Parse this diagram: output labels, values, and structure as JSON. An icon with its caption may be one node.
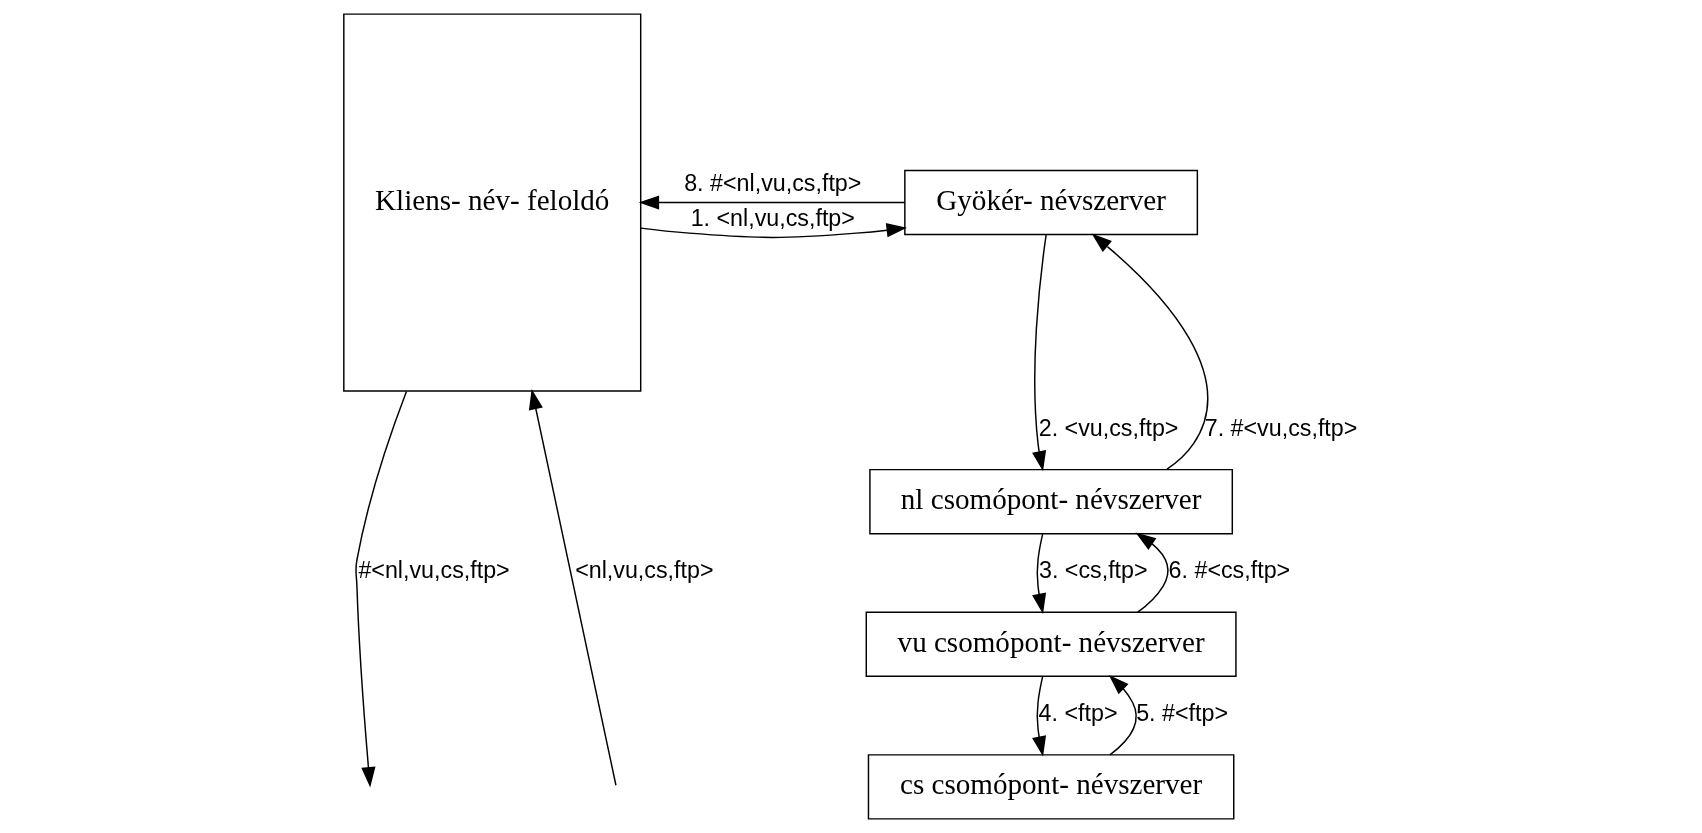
{
  "diagram": {
    "nodes": [
      {
        "text": [
          "Kliens- név- feloldó"
        ]
      },
      {
        "text": [
          "Gyökér- névszerver"
        ]
      },
      {
        "text": [
          "nl csomópont- névszerver"
        ]
      },
      {
        "text": [
          "vu csomópont- névszerver"
        ]
      },
      {
        "text": [
          "cs csomópont- névszerver"
        ]
      }
    ],
    "edges": [
      {
        "from": 0,
        "to": 1,
        "arrow": "to",
        "label": "1. <nl,vu,cs,ftp>"
      },
      {
        "from": 1,
        "to": 2,
        "arrow": "to",
        "label": "2. <vu,cs,ftp>"
      },
      {
        "from": 2,
        "to": 3,
        "arrow": "to",
        "label": "3. <cs,ftp>"
      },
      {
        "from": 3,
        "to": 4,
        "arrow": "to",
        "label": "4. <ftp>"
      },
      {
        "from": 4,
        "to": 3,
        "arrow": "to",
        "label": "5. #<ftp>"
      },
      {
        "from": 3,
        "to": 2,
        "arrow": "to",
        "label": "6. #<cs,ftp>"
      },
      {
        "from": 2,
        "to": 1,
        "arrow": "to",
        "label": "7. #<vu,cs,ftp>"
      },
      {
        "from": 1,
        "to": 0,
        "arrow": "to",
        "label": "8. #<nl,vu,cs,ftp>"
      },
      {
        "from": null,
        "to": 0,
        "arrow": "to",
        "label": "<nl,vu,cs,ftp>"
      },
      {
        "from": 0,
        "to": null,
        "arrow": "to",
        "label": "#<nl,vu,cs,ftp>"
      }
    ]
  }
}
